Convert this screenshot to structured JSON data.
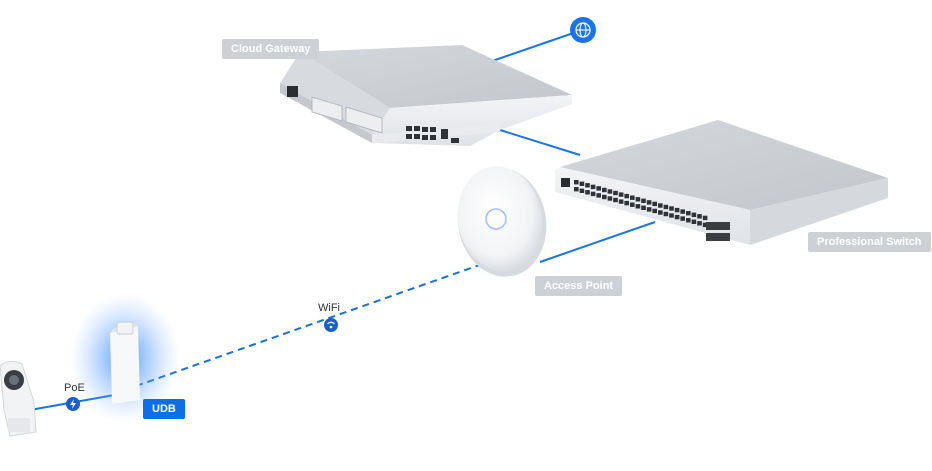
{
  "diagram": {
    "labels": {
      "cloud_gateway": "Cloud Gateway",
      "professional_switch": "Professional Switch",
      "access_point": "Access Point",
      "udb": "UDB",
      "wifi": "WiFi",
      "poe": "PoE"
    },
    "icons": {
      "internet": "globe-icon",
      "wifi_link": "wifi-icon",
      "poe_link": "lightning-bolt-icon"
    },
    "colors": {
      "link": "#1a73e8",
      "label_bg": "#cdd0d4",
      "udb_label_bg": "#0a6fe8",
      "device_body": "#e6e8eb",
      "glow": "#3d8bff"
    }
  }
}
